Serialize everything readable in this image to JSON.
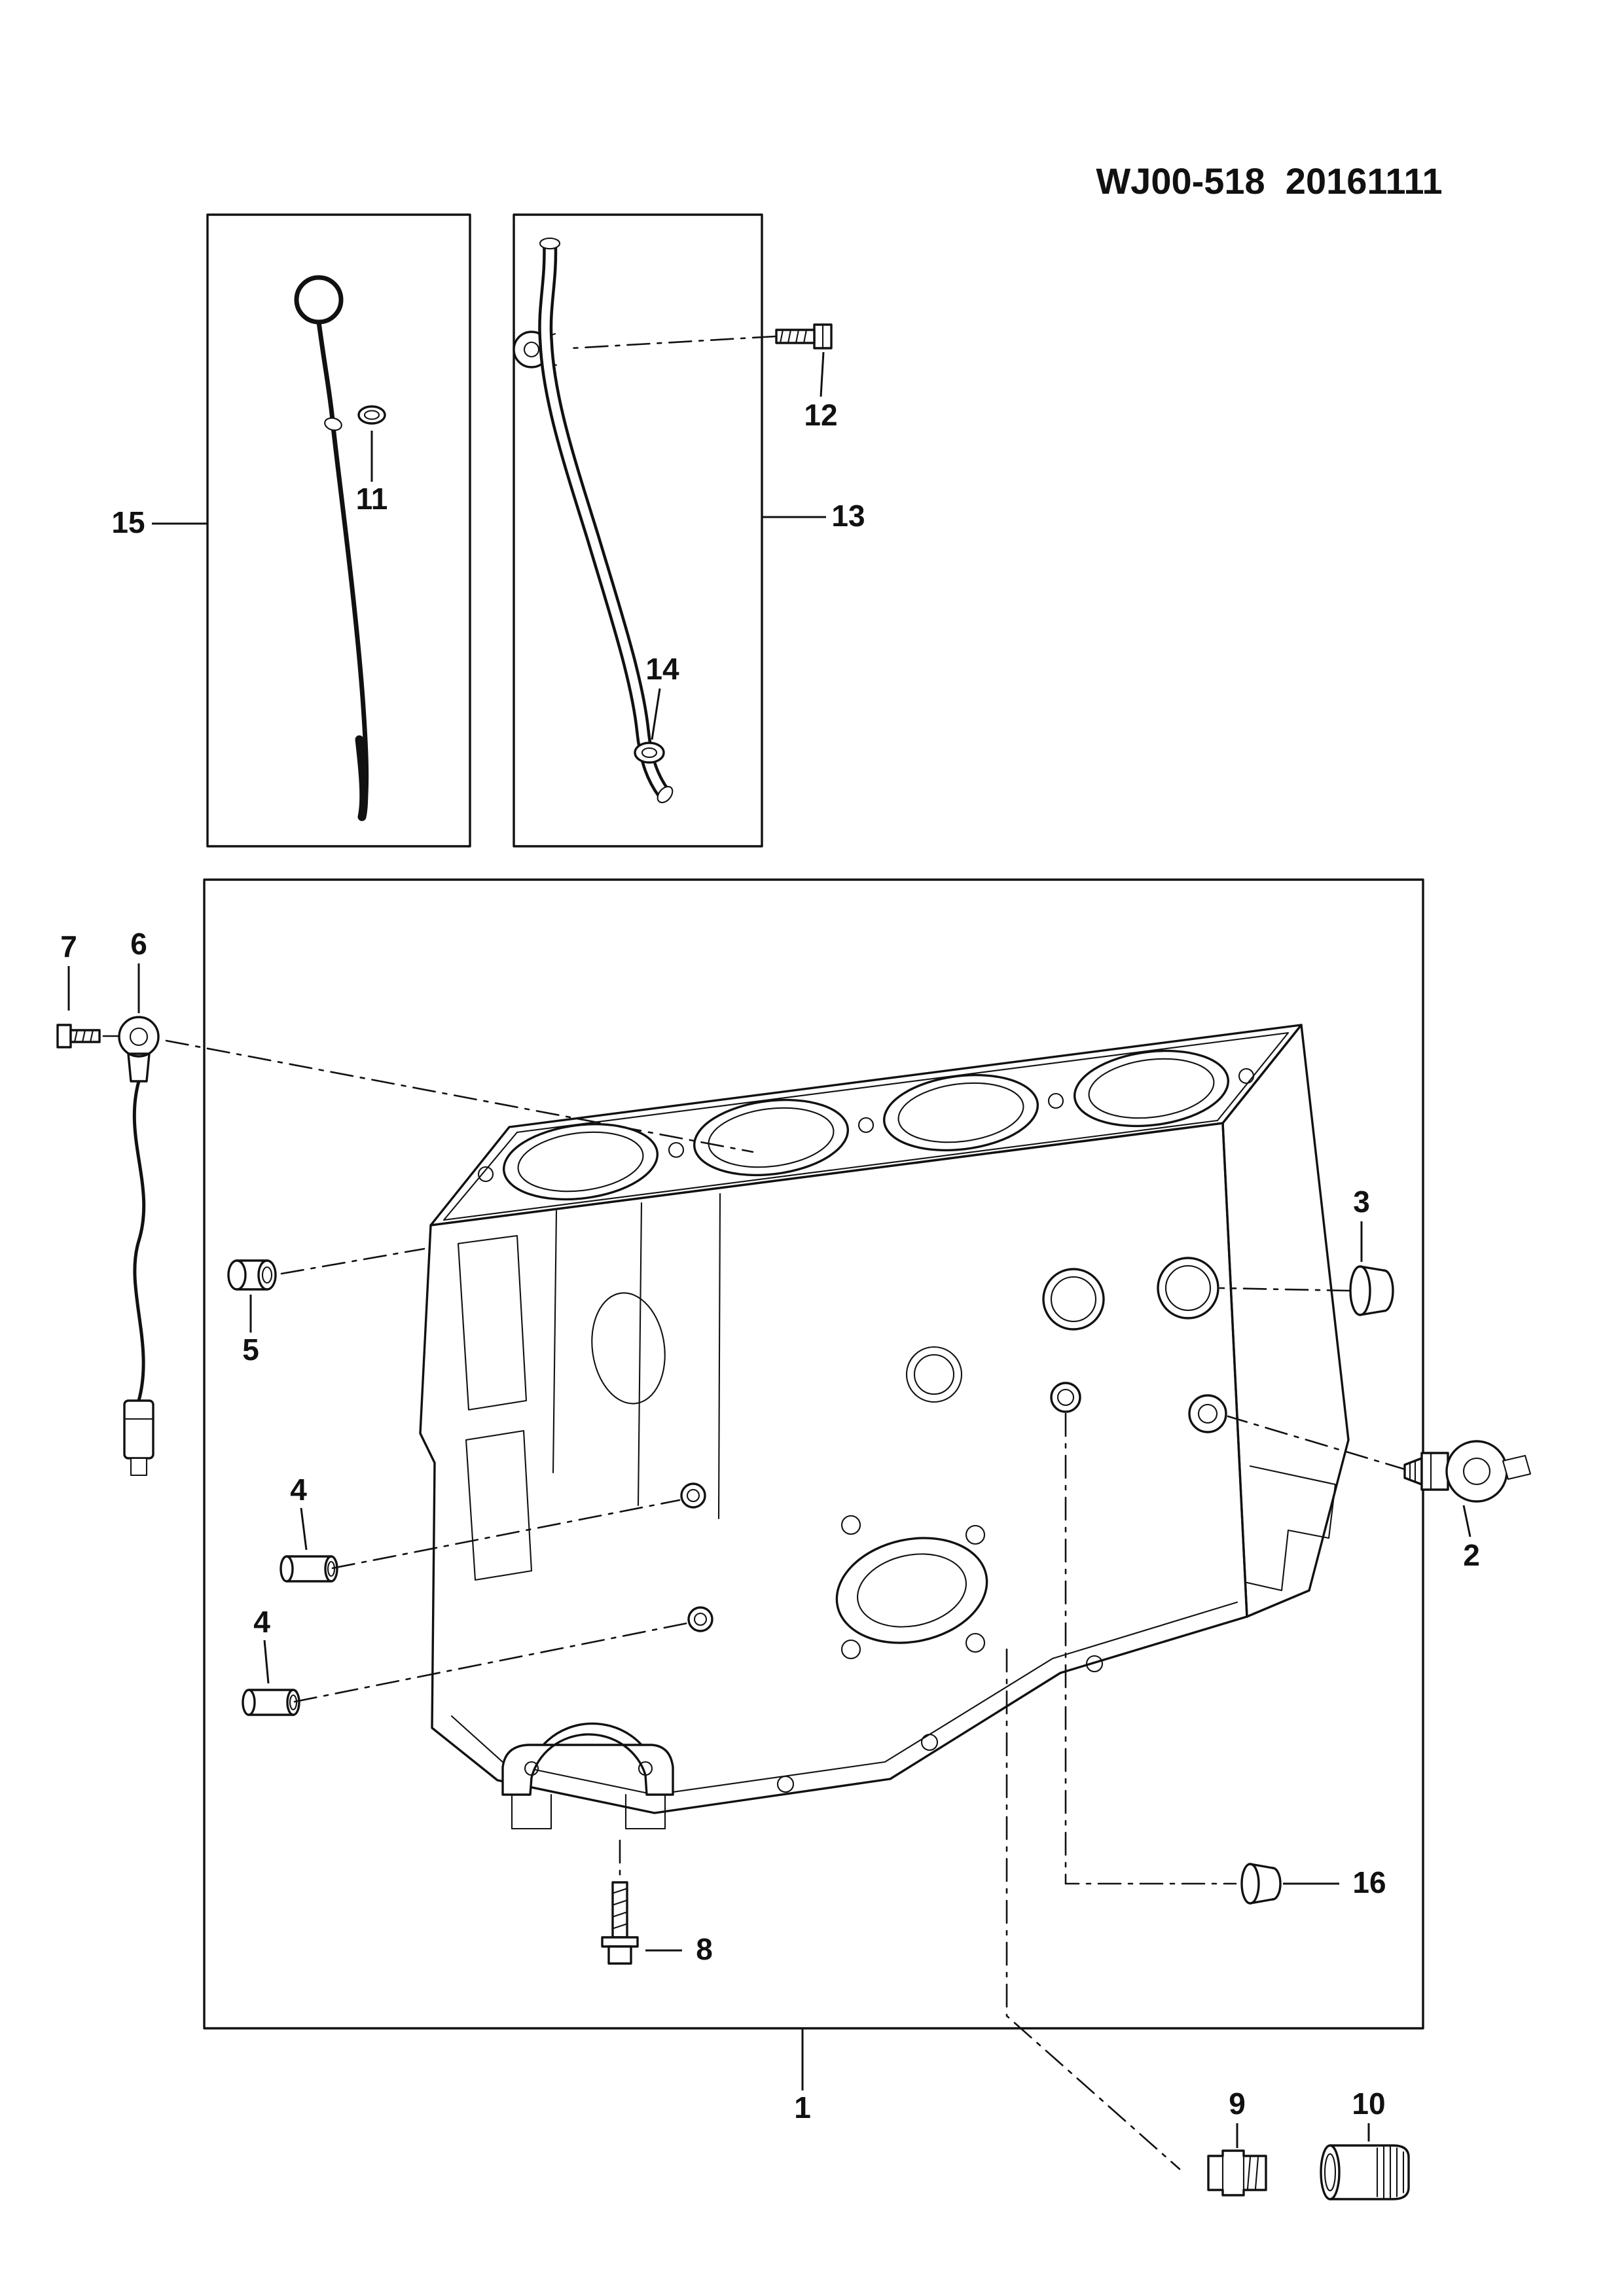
{
  "title": "WJ00-518  20161111",
  "colors": {
    "line": "#111111",
    "background": "#ffffff"
  },
  "callouts": [
    {
      "label": "15"
    },
    {
      "label": "11"
    },
    {
      "label": "12"
    },
    {
      "label": "13"
    },
    {
      "label": "14"
    },
    {
      "label": "7"
    },
    {
      "label": "6"
    },
    {
      "label": "5"
    },
    {
      "label": "3"
    },
    {
      "label": "2"
    },
    {
      "label": "4"
    },
    {
      "label": "4"
    },
    {
      "label": "8"
    },
    {
      "label": "16"
    },
    {
      "label": "1"
    },
    {
      "label": "9"
    },
    {
      "label": "10"
    }
  ]
}
